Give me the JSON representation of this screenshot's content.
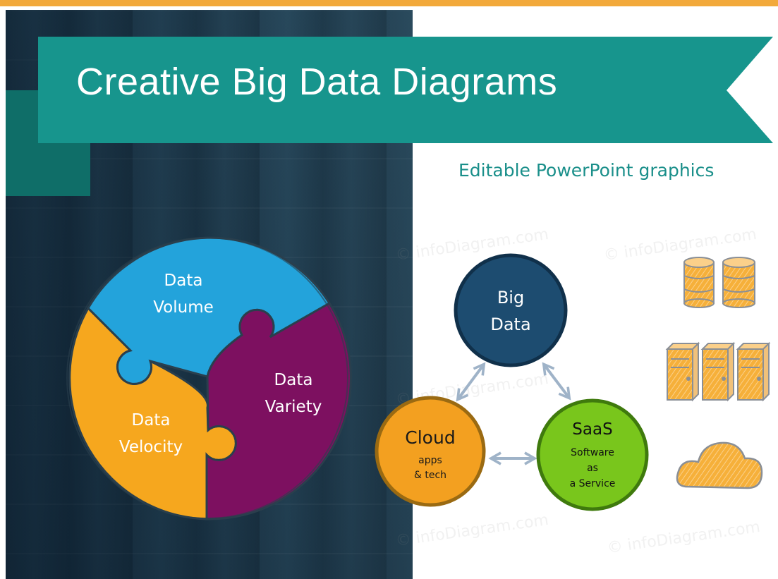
{
  "title": "Creative Big Data Diagrams",
  "subtitle": "Editable PowerPoint graphics",
  "watermark": "© infoDiagram.com",
  "puzzle": {
    "volume": [
      "Data",
      "Volume"
    ],
    "variety": [
      "Data",
      "Variety"
    ],
    "velocity": [
      "Data",
      "Velocity"
    ]
  },
  "cycle": {
    "big_data": [
      "Big",
      "Data"
    ],
    "cloud": {
      "title": "Cloud",
      "lines": [
        "apps",
        "& tech"
      ]
    },
    "saas": {
      "title": "SaaS",
      "lines": [
        "Software",
        "as",
        "a Service"
      ]
    }
  },
  "icons": [
    "database-stack-icon",
    "server-rack-icon",
    "cloud-icon"
  ],
  "colors": {
    "teal": "#17958d",
    "teal_dark": "#0f6e68",
    "accent_orange": "#f2a93b",
    "puzzle_blue": "#23a3db",
    "puzzle_purple": "#7d1060",
    "puzzle_orange": "#f6a71e",
    "navy": "#1d4c70",
    "cloud_orange": "#f3a020",
    "saas_green": "#79c61c",
    "arrow_gray": "#9fb3c8"
  }
}
